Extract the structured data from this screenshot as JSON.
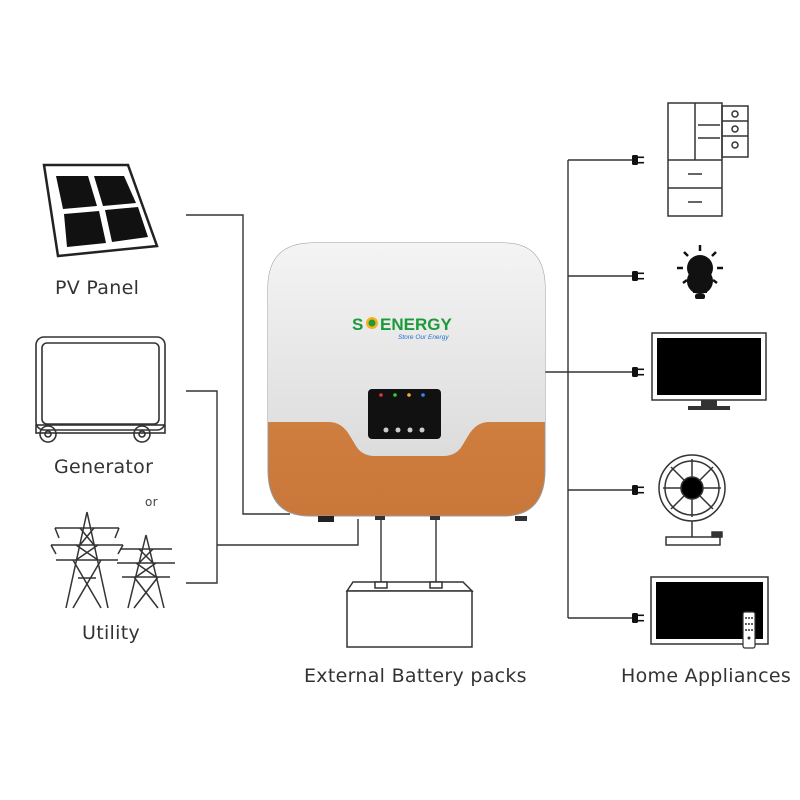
{
  "sources": {
    "pv_panel": "PV Panel",
    "generator": "Generator",
    "or_text": "or",
    "utility": "Utility"
  },
  "inverter": {
    "brand_left": "S",
    "brand_right": "ENERGY",
    "tagline": "Store Our Energy",
    "body_color": "#e5e5e5",
    "base_color": "#d48545",
    "brand_green": "#1c9a3a",
    "brand_blue": "#1f6fcf"
  },
  "battery": {
    "label": "External Battery packs"
  },
  "loads": {
    "label": "Home Appliances",
    "items": [
      "refrigerator-icon",
      "light-bulb-icon",
      "monitor-icon",
      "fan-icon",
      "tv-icon"
    ]
  }
}
